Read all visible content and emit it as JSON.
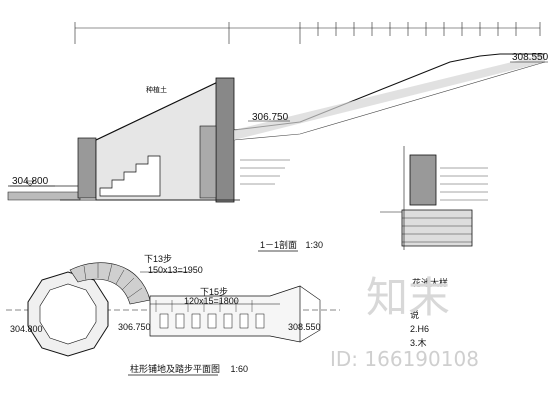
{
  "elevations": {
    "left_ground": "304.800",
    "mid_landing": "306.750",
    "top_right": "308.550"
  },
  "labels": {
    "mid_plant": "种植土",
    "section_title": "1－1剖面",
    "section_scale": "1:30",
    "plan_title": "柱形铺地及踏步平面图",
    "plan_scale": "1:60",
    "detail_title": "花池大样",
    "steps13": "下13步",
    "steps13_dim": "150x13=1950",
    "steps15": "下15步",
    "steps15_dim": "120x15=1800",
    "plan_left_elev": "304.800",
    "plan_mid_elev": "306.750",
    "plan_right_elev": "308.550",
    "note_line_1": "2.H6",
    "note_line_2": "3.木",
    "note_head": "说"
  },
  "watermark": {
    "logo_text": "知末",
    "id_text": "ID: 166190108"
  }
}
